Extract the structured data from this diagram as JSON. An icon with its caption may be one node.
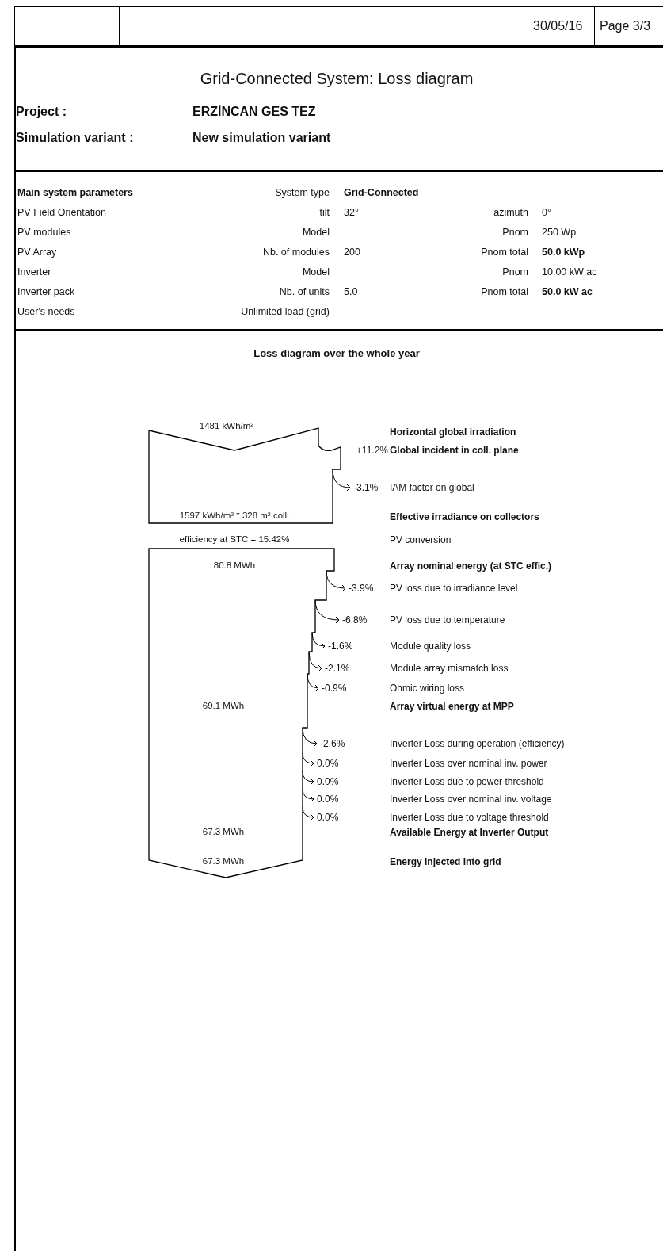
{
  "diagram": {
    "title": "Grid-Connected System: Loss diagram",
    "labels": [
      "30/05/16",
      "Page 3/3",
      "Project :",
      "ERZİNCAN GES TEZ",
      "Simulation variant :",
      "New simulation variant",
      "Main system parameters",
      "System type",
      "Grid-Connected",
      "PV Field Orientation",
      "tilt",
      "32°",
      "azimuth",
      "0°",
      "PV modules",
      "Model",
      "Pnom",
      "250 Wp",
      "PV Array",
      "Nb. of modules",
      "200",
      "Pnom total",
      "50.0 kWp",
      "Inverter",
      "Model",
      "Pnom",
      "10.00 kW ac",
      "Inverter pack",
      "Nb. of units",
      "5.0",
      "Pnom total",
      "50.0 kW ac",
      "User's needs",
      "Unlimited load (grid)",
      "Loss diagram over the whole year",
      "1481 kWh/m²",
      "Horizontal global irradiation",
      "+11.2%",
      "Global incident in coll. plane",
      "-3.1%",
      "IAM factor on global",
      "1597 kWh/m² * 328 m² coll.",
      "Effective irradiance on collectors",
      "efficiency at STC = 15.42%",
      "PV conversion",
      "80.8 MWh",
      "Array nominal energy (at STC effic.)",
      "-3.9%",
      "PV loss due to irradiance level",
      "-6.8%",
      "PV loss due to temperature",
      "-1.6%",
      "Module quality loss",
      "-2.1%",
      "Module array mismatch loss",
      "-0.9%",
      "Ohmic wiring loss",
      "69.1 MWh",
      "Array virtual energy at MPP",
      "-2.6%",
      "Inverter Loss during operation (efficiency)",
      "0.0%",
      "Inverter Loss over nominal inv. power",
      "0.0%",
      "Inverter Loss due to power threshold",
      "0.0%",
      "Inverter Loss over nominal inv. voltage",
      "0.0%",
      "Inverter Loss due to voltage threshold",
      "67.3 MWh",
      "Available Energy at Inverter Output",
      "67.3 MWh",
      "Energy injected into grid"
    ]
  }
}
